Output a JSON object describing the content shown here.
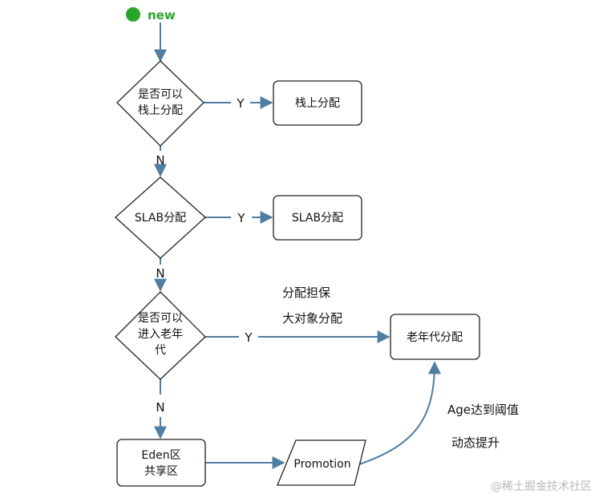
{
  "start": {
    "label": "new",
    "color": "#2aa52a"
  },
  "colors": {
    "edge": "#4f7ea3",
    "stroke": "#222222"
  },
  "nodes": {
    "d1": {
      "lines": [
        "是否可以",
        "栈上分配"
      ]
    },
    "d2": {
      "lines": [
        "SLAB分配"
      ]
    },
    "d3": {
      "lines": [
        "是否可以",
        "进入老年",
        "代"
      ]
    },
    "stack": {
      "lines": [
        "栈上分配"
      ]
    },
    "slab": {
      "lines": [
        "SLAB分配"
      ]
    },
    "old": {
      "lines": [
        "老年代分配"
      ]
    },
    "eden": {
      "lines": [
        "Eden区",
        "共享区"
      ]
    },
    "promotion": {
      "lines": [
        "Promotion"
      ]
    }
  },
  "edge_labels": {
    "d1_yes": "Y",
    "d1_no": "N",
    "d2_yes": "Y",
    "d2_no": "N",
    "d3_yes": "Y",
    "d3_no": "N"
  },
  "notes": {
    "guarantee": "分配担保",
    "large_object": "大对象分配",
    "age_threshold": "Age达到阈值",
    "dynamic_promotion": "动态提升"
  },
  "watermark": "@稀土掘金技术社区"
}
